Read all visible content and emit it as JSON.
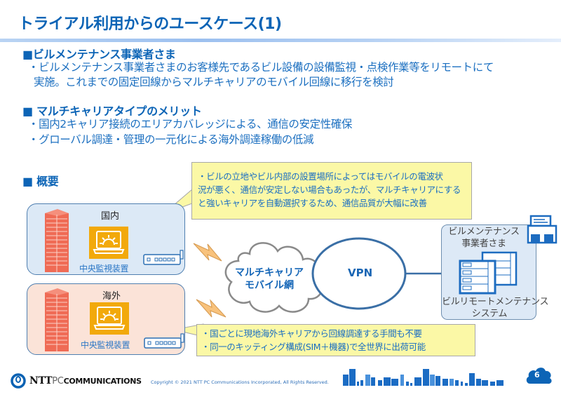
{
  "page": {
    "title": "トライアル利用からのユースケース(1)",
    "page_number": "6"
  },
  "section1": {
    "heading": "■ビルメンテナンス事業者さま",
    "lines": [
      "・ビルメンテナンス事業者さまのお客様先であるビル設備の設備監視・点検作業等をリモートにて",
      "実施。これまでの固定回線からマルチキャリアのモバイル回線に移行を検討"
    ]
  },
  "section2": {
    "heading": "■ マルチキャリアタイプのメリット",
    "bullets": [
      "・国内2キャリア接続のエリアカバレッジによる、通信の安定性確保",
      "・グローバル調達・管理の一元化による海外調達稼働の低減"
    ]
  },
  "overview": {
    "heading": "■ 概要",
    "callout_top": [
      "・ビルの立地やビル内部の設置場所によってはモバイルの電波状",
      "況が悪く、通信が安定しない場合もあったが、マルチキャリアにする",
      "と強いキャリアを自動選択するため、通信品質が大幅に改善"
    ],
    "callout_bottom": [
      "・国ごとに現地海外キャリアから回線調達する手間も不要",
      "・同一のキッティング構成(SIM＋機器)で全世界に出荷可能"
    ],
    "domestic": {
      "label": "国内",
      "device_label": "中央監視装置"
    },
    "overseas": {
      "label": "海外",
      "device_label": "中央監視装置"
    },
    "cloud_label_lines": [
      "マルチキャリア",
      "モバイル網"
    ],
    "vpn_label": "VPN",
    "provider": {
      "label_lines": [
        "ビルメンテナンス",
        "事業者さま"
      ],
      "system_label_lines": [
        "ビルリモートメンテナンス",
        "システム"
      ]
    }
  },
  "footer": {
    "logo_ntt": "NTT",
    "logo_pc": "PC",
    "logo_comm": "COMMUNICATIONS",
    "copyright": "Copyright © 2021 NTT PC Communications Incorporated, All Rights Reserved."
  },
  "colors": {
    "brand_blue": "#0c64b6",
    "callout_yellow": "#fbf8a6",
    "monitor_orange": "#f2a90b",
    "building_red": "#ef6b55",
    "domestic_bg": "#dce9f6",
    "overseas_bg": "#fbe3d8"
  }
}
